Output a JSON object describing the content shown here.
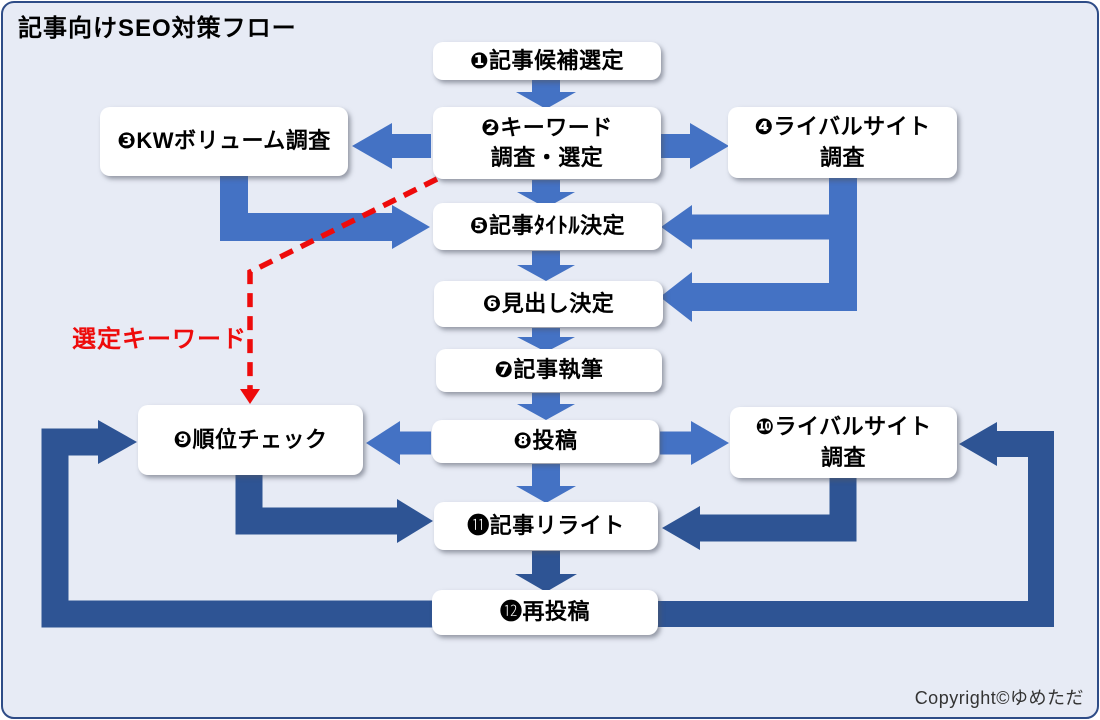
{
  "title": "記事向けSEO対策フロー",
  "colors": {
    "arrow_blue": "#4472C4",
    "arrow_navy": "#2E5494",
    "keyword_red": "#EE0B0B",
    "diagram_background": "#E7EBF5",
    "frame_border": "#2E4C87",
    "node_background": "#FFFFFF"
  },
  "nodes": [
    {
      "id": 1,
      "label": "❶記事候補選定"
    },
    {
      "id": 2,
      "label": "❷キーワード\n調査・選定"
    },
    {
      "id": 3,
      "label": "❸KWボリューム調査"
    },
    {
      "id": 4,
      "label": "❹ライバルサイト\n調査"
    },
    {
      "id": 5,
      "label": "❺記事ﾀｲﾄﾙ決定"
    },
    {
      "id": 6,
      "label": "❻見出し決定"
    },
    {
      "id": 7,
      "label": "❼記事執筆"
    },
    {
      "id": 8,
      "label": "❽投稿"
    },
    {
      "id": 9,
      "label": "❾順位チェック"
    },
    {
      "id": 10,
      "label": "❿ライバルサイト\n調査"
    },
    {
      "id": 11,
      "label": "⓫記事リライト"
    },
    {
      "id": 12,
      "label": "⓬再投稿"
    }
  ],
  "annotations": {
    "keyword_label": "選定キーワード",
    "copyright": "Copyright©ゆめただ"
  }
}
